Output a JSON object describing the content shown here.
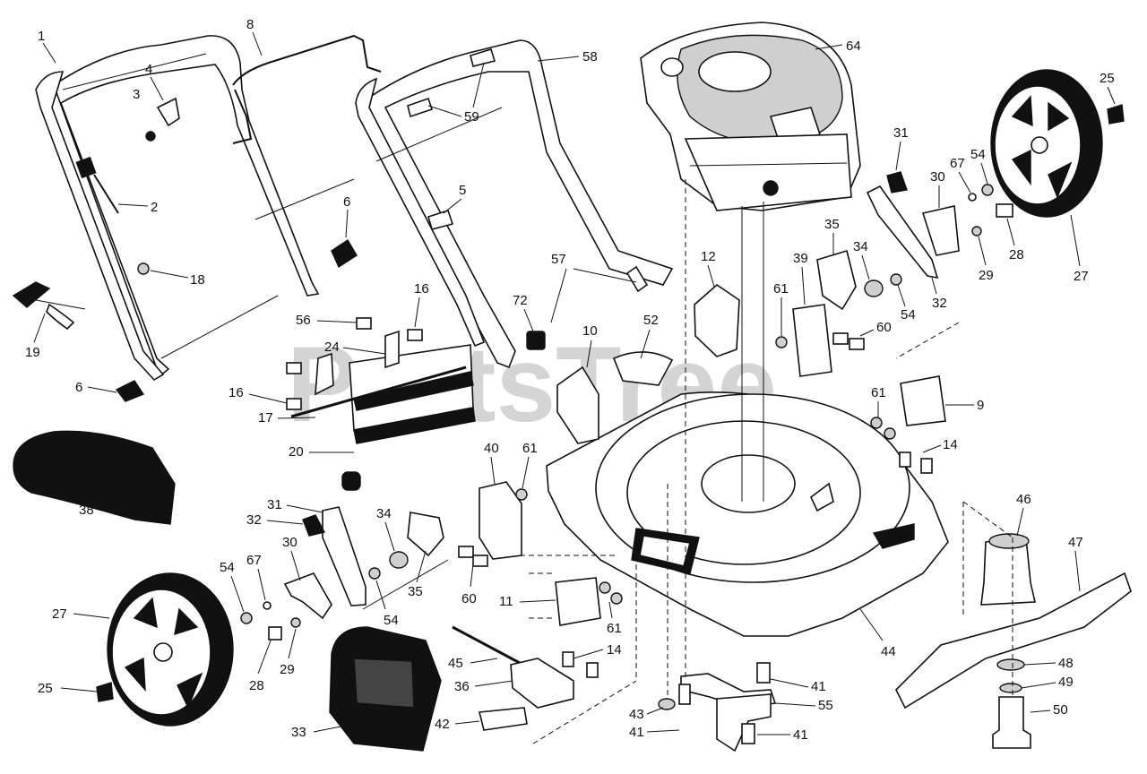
{
  "watermark": "PartsTree",
  "callouts": [
    {
      "num": "1"
    },
    {
      "num": "2"
    },
    {
      "num": "3"
    },
    {
      "num": "4"
    },
    {
      "num": "6"
    },
    {
      "num": "6"
    },
    {
      "num": "8"
    },
    {
      "num": "18"
    },
    {
      "num": "19"
    },
    {
      "num": "58"
    },
    {
      "num": "59"
    },
    {
      "num": "5"
    },
    {
      "num": "64"
    },
    {
      "num": "57"
    },
    {
      "num": "72"
    },
    {
      "num": "10"
    },
    {
      "num": "52"
    },
    {
      "num": "12"
    },
    {
      "num": "16"
    },
    {
      "num": "56"
    },
    {
      "num": "24"
    },
    {
      "num": "16"
    },
    {
      "num": "17"
    },
    {
      "num": "20"
    },
    {
      "num": "38"
    },
    {
      "num": "40"
    },
    {
      "num": "61"
    },
    {
      "num": "31"
    },
    {
      "num": "32"
    },
    {
      "num": "30"
    },
    {
      "num": "34"
    },
    {
      "num": "35"
    },
    {
      "num": "54"
    },
    {
      "num": "67"
    },
    {
      "num": "27"
    },
    {
      "num": "54"
    },
    {
      "num": "28"
    },
    {
      "num": "29"
    },
    {
      "num": "25"
    },
    {
      "num": "60"
    },
    {
      "num": "11"
    },
    {
      "num": "61"
    },
    {
      "num": "14"
    },
    {
      "num": "45"
    },
    {
      "num": "36"
    },
    {
      "num": "42"
    },
    {
      "num": "33"
    },
    {
      "num": "43"
    },
    {
      "num": "41"
    },
    {
      "num": "41"
    },
    {
      "num": "55"
    },
    {
      "num": "41"
    },
    {
      "num": "44"
    },
    {
      "num": "35"
    },
    {
      "num": "39"
    },
    {
      "num": "34"
    },
    {
      "num": "61"
    },
    {
      "num": "60"
    },
    {
      "num": "54"
    },
    {
      "num": "32"
    },
    {
      "num": "31"
    },
    {
      "num": "30"
    },
    {
      "num": "67"
    },
    {
      "num": "54"
    },
    {
      "num": "29"
    },
    {
      "num": "28"
    },
    {
      "num": "25"
    },
    {
      "num": "27"
    },
    {
      "num": "61"
    },
    {
      "num": "9"
    },
    {
      "num": "14"
    },
    {
      "num": "46"
    },
    {
      "num": "47"
    },
    {
      "num": "48"
    },
    {
      "num": "49"
    },
    {
      "num": "50"
    }
  ]
}
